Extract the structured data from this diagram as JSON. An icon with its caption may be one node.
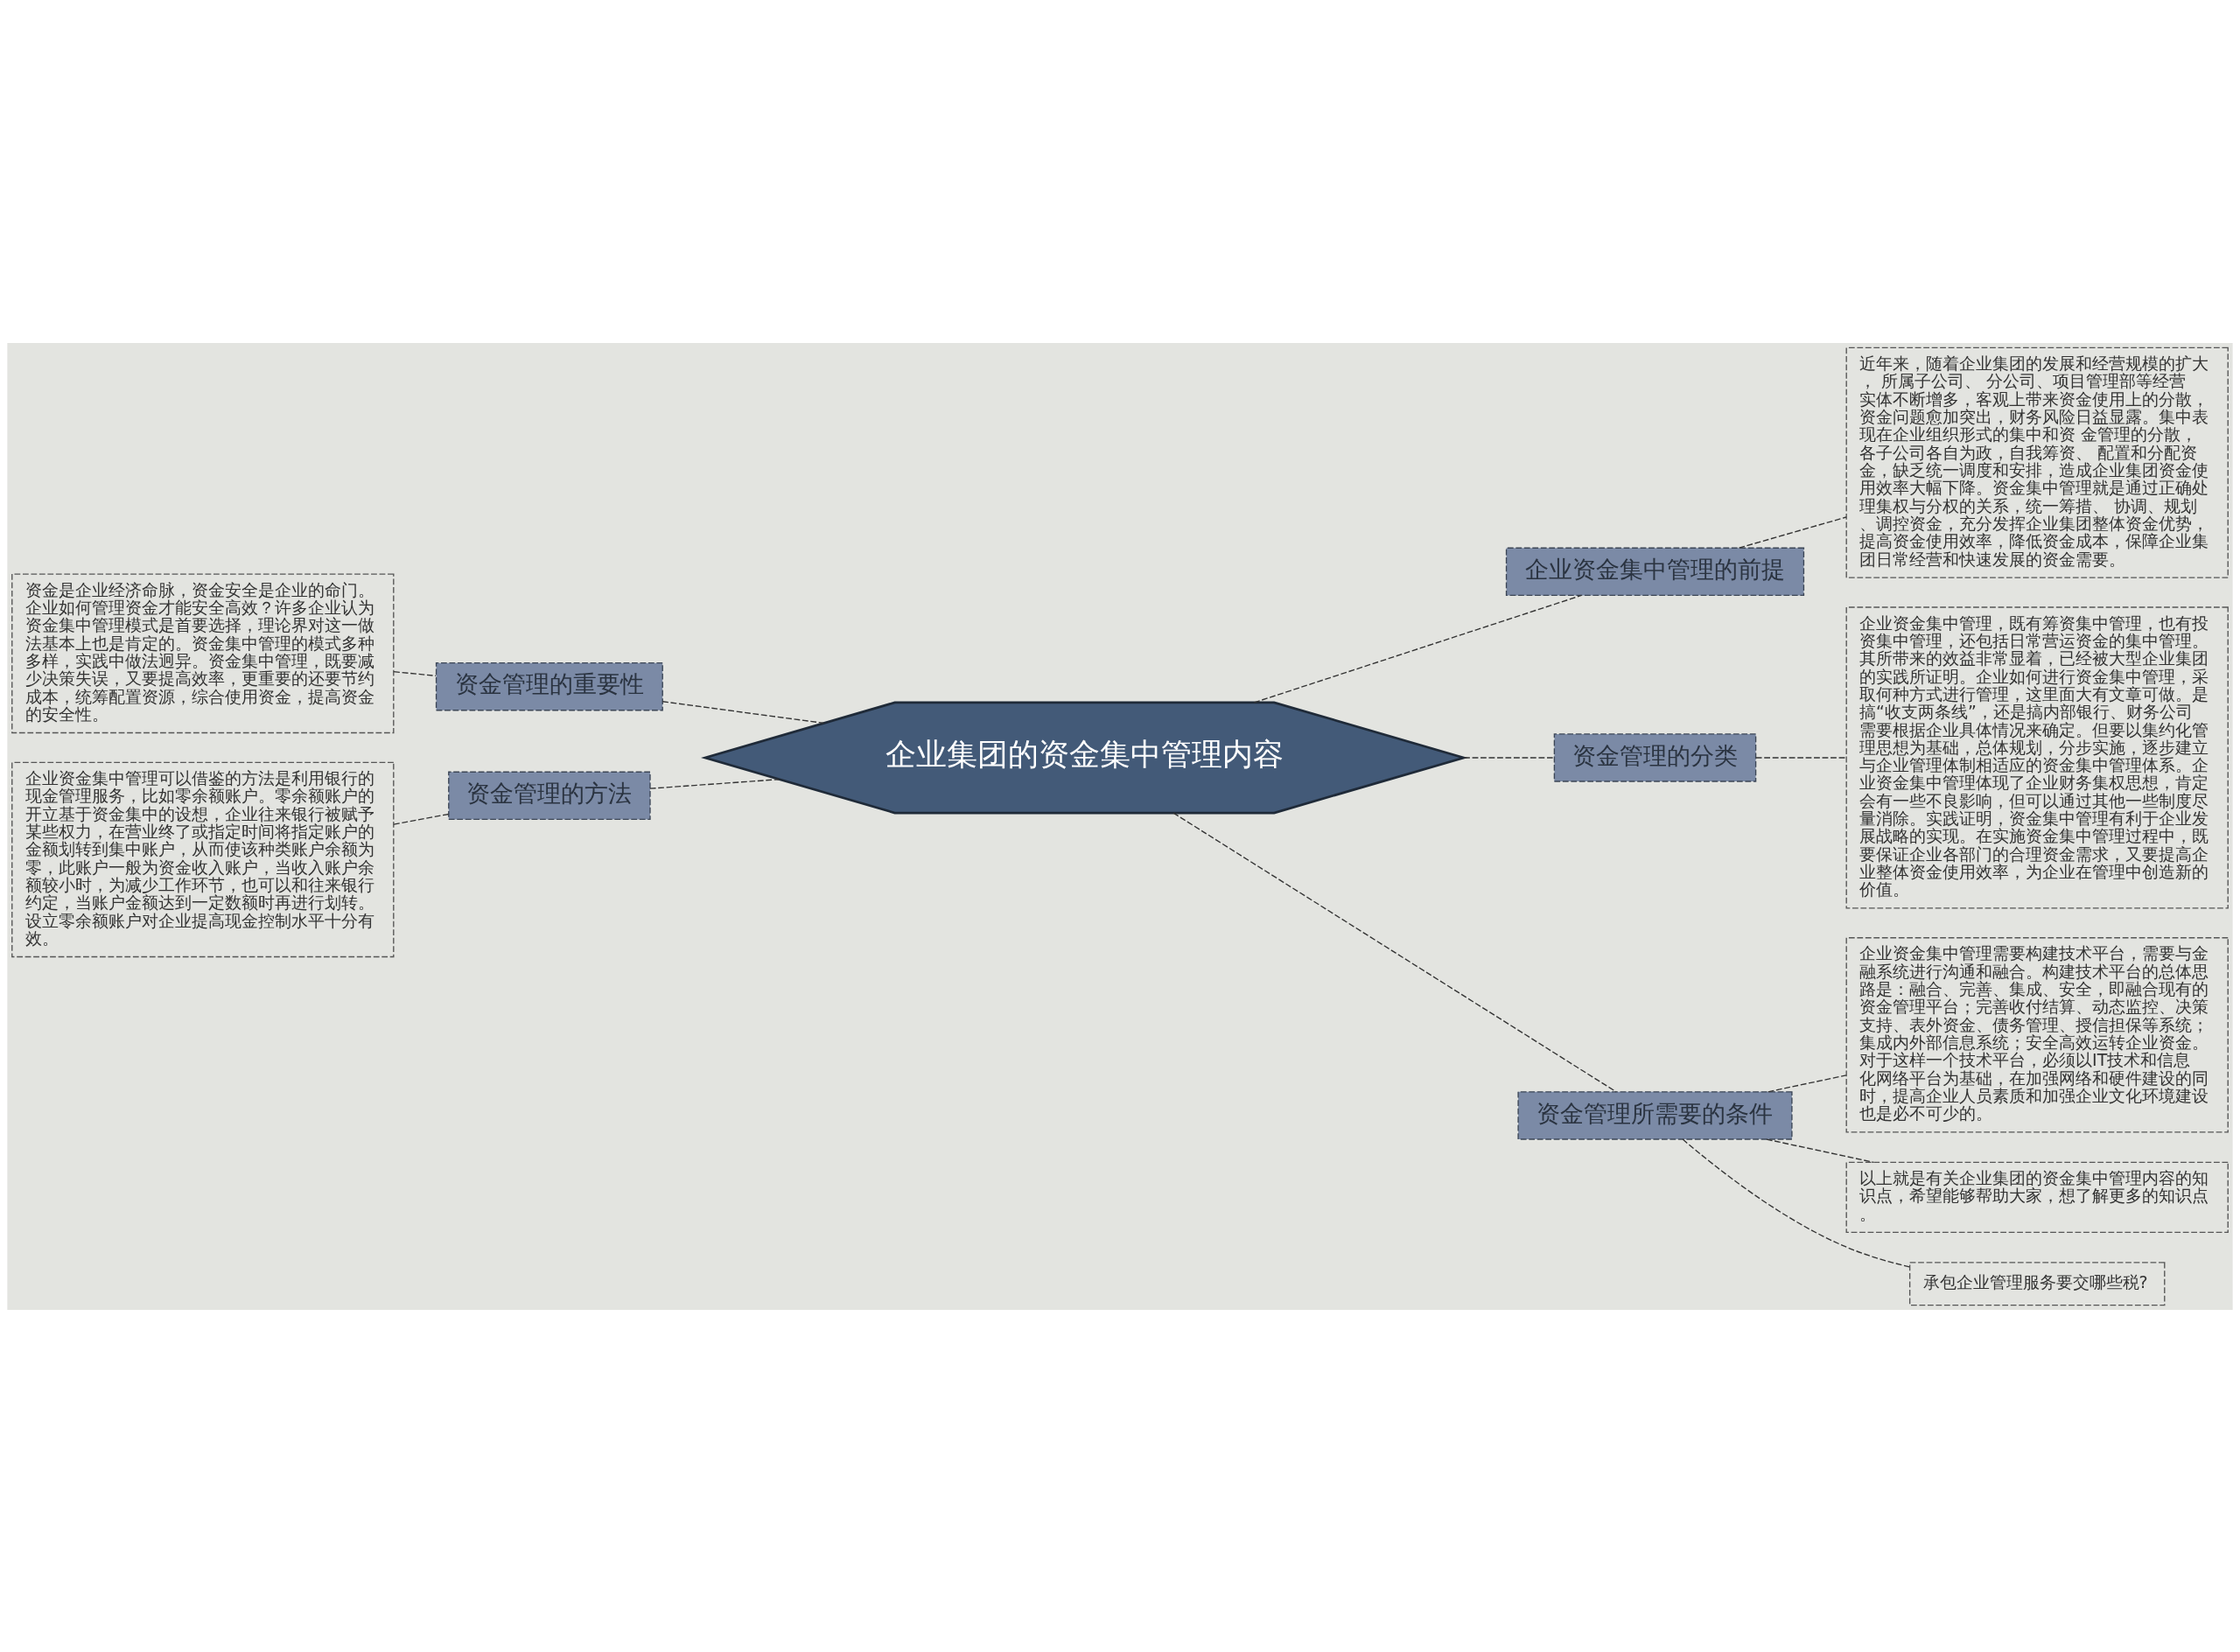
{
  "diagram": {
    "nodes": [
      {
        "text": [
          "企业集团的资金集中管理内容"
        ]
      },
      {
        "text": [
          "资金管理的重要性"
        ]
      },
      {
        "text": [
          "资金是企业经济命脉，资金安全是企业的命门。企业如何管理资金才能安全高效？许多企业认为资金集中管理模式是首要选择，理论界对这一做法基本上也是肯定的。资金集中管理的模式多种多样，实践中做法迥异。资金集中管理，既要减少决策失误，又要提高效率，更重要的还要节约成本，统筹配置资源，综合使用资金，提高资金的安全性。"
        ]
      },
      {
        "text": [
          "资金管理的方法"
        ]
      },
      {
        "text": [
          "企业资金集中管理可以借鉴的方法是利用银行的现金管理服务，比如零余额账户。零余额账户的开立基于资金集中的设想，企业往来银行被赋予某些权力，在营业终了或指定时间将指定账户的金额划转到集中账户，从而使该种类账户余额为零，此账户一般为资金收入账户，当收入账户余额较小时，为减少工作环节，也可以和往来银行约定，当账户金额达到一定数额时再进行划转。设立零余额账户对企业提高现金控制水平十分有效。"
        ]
      },
      {
        "text": [
          "企业资金集中管理的前提"
        ]
      },
      {
        "text": [
          "近年来，随着企业集团的发展和经营规模的扩大， 所属子公司、 分公司、项目管理部等经营实体不断增多，客观上带来资金使用上的分散，资金问题愈加突出，财务风险日益显露。集中表现在企业组织形式的集中和资 金管理的分散，各子公司各自为政，自我筹资、 配置和分配资金，缺乏统一调度和安排，造成企业集团资金使用效率大幅下降。资金集中管理就是通过正确处理集权与分权的关系，统一筹措、 协调、规划、调控资金，充分发挥企业集团整体资金优势，提高资金使用效率，降低资金成本，保障企业集团日常经营和快速发展的资金需要。"
        ]
      },
      {
        "text": [
          "资金管理的分类"
        ]
      },
      {
        "text": [
          "企业资金集中管理，既有筹资集中管理，也有投资集中管理，还包括日常营运资金的集中管理。其所带来的效益非常显着，已经被大型企业集团的实践所证明。企业如何进行资金集中管理，采取何种方式进行管理，这里面大有文章可做。是搞“收支两条线”，还是搞内部银行、财务公司需要根据企业具体情况来确定。但要以集约化管理思想为基础，总体规划，分步实施，逐步建立与企业管理体制相适应的资金集中管理体系。企业资金集中管理体现了企业财务集权思想，肯定会有一些不良影响，但可以通过其他一些制度尽量消除。实践证明，资金集中管理有利于企业发展战略的实现。在实施资金集中管理过程中，既要保证企业各部门的合理资金需求，又要提高企业整体资金使用效率，为企业在管理中创造新的价值。"
        ]
      },
      {
        "text": [
          "资金管理所需要的条件"
        ]
      },
      {
        "text": [
          "企业资金集中管理需要构建技术平台，需要与金融系统进行沟通和融合。构建技术平台的总体思路是：融合、完善、集成、安全，即融合现有的资金管理平台；完善收付结算、动态监控、决策支持、表外资金、债务管理、授信担保等系统；集成内外部信息系统；安全高效运转企业资金。对于这样一个技术平台，必须以IT技术和信息化网络平台为基础，在加强网络和硬件建设的同时，提高企业人员素质和加强企业文化环境建设也是必不可少的。"
        ]
      },
      {
        "text": [
          "以上就是有关企业集团的资金集中管理内容的知识点，希望能够帮助大家，想了解更多的知识点。"
        ]
      },
      {
        "text": [
          "承包企业管理服务要交哪些税?"
        ]
      }
    ],
    "edges": [
      {
        "from": 2,
        "to": 1,
        "arrow": "none",
        "style": "dashed"
      },
      {
        "from": 1,
        "to": 0,
        "arrow": "none",
        "style": "dashed"
      },
      {
        "from": 4,
        "to": 3,
        "arrow": "none",
        "style": "dashed"
      },
      {
        "from": 3,
        "to": 0,
        "arrow": "none",
        "style": "dashed"
      },
      {
        "from": 0,
        "to": 5,
        "arrow": "none",
        "style": "dashed"
      },
      {
        "from": 5,
        "to": 6,
        "arrow": "none",
        "style": "dashed"
      },
      {
        "from": 0,
        "to": 7,
        "arrow": "none",
        "style": "dashed"
      },
      {
        "from": 7,
        "to": 8,
        "arrow": "none",
        "style": "dashed"
      },
      {
        "from": 0,
        "to": 9,
        "arrow": "none",
        "style": "dashed"
      },
      {
        "from": 9,
        "to": 10,
        "arrow": "none",
        "style": "dashed"
      },
      {
        "from": 9,
        "to": 11,
        "arrow": "none",
        "style": "dashed"
      },
      {
        "from": 9,
        "to": 12,
        "arrow": "none",
        "style": "dashed"
      }
    ]
  }
}
